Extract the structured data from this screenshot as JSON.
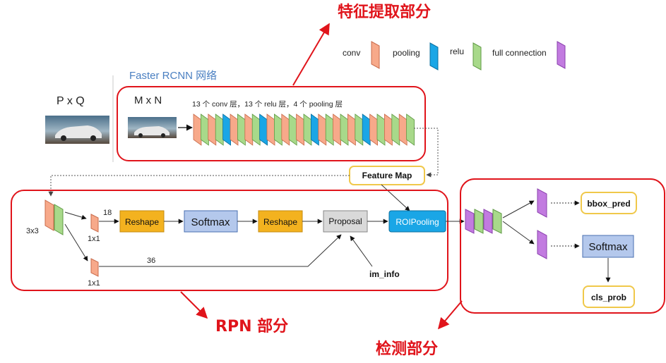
{
  "titles": {
    "feature_extract": "特征提取部分",
    "rpn": "RPN 部分",
    "detection": "检测部分"
  },
  "legend": {
    "conv": "conv",
    "pooling": "pooling",
    "relu": "relu",
    "fc": "full connection"
  },
  "colors": {
    "conv": "#f7a98a",
    "pooling": "#1aa6e6",
    "relu": "#a8d98a",
    "fc": "#c27be0",
    "reshape": "#f3b21f",
    "softmax": "#b4c8ec",
    "proposal": "#d9d9d9",
    "roipooling": "#1aa6e6",
    "red": "#e0141b",
    "yellow_border": "#f0c84a"
  },
  "top": {
    "pxq": "P x Q",
    "network_title": "Faster RCNN 网络",
    "mxn": "M x N",
    "layers_desc": "13 个 conv 层，13 个 relu 层，4 个 pooling 层",
    "feature_map": "Feature Map"
  },
  "layer_stack": [
    "conv",
    "relu",
    "conv",
    "relu",
    "pooling",
    "conv",
    "relu",
    "conv",
    "relu",
    "pooling",
    "conv",
    "relu",
    "conv",
    "relu",
    "conv",
    "relu",
    "pooling",
    "conv",
    "relu",
    "conv",
    "relu",
    "conv",
    "relu",
    "pooling",
    "conv",
    "relu",
    "conv",
    "relu",
    "conv",
    "relu"
  ],
  "rpn": {
    "k3x3": "3x3",
    "k1x1_top": "1x1",
    "k1x1_bottom": "1x1",
    "ch18": "18",
    "ch36": "36",
    "reshape1": "Reshape",
    "softmax": "Softmax",
    "reshape2": "Reshape",
    "proposal": "Proposal",
    "roipooling": "ROIPooling",
    "im_info": "im_info"
  },
  "detection": {
    "bbox_pred": "bbox_pred",
    "softmax": "Softmax",
    "cls_prob": "cls_prob"
  }
}
